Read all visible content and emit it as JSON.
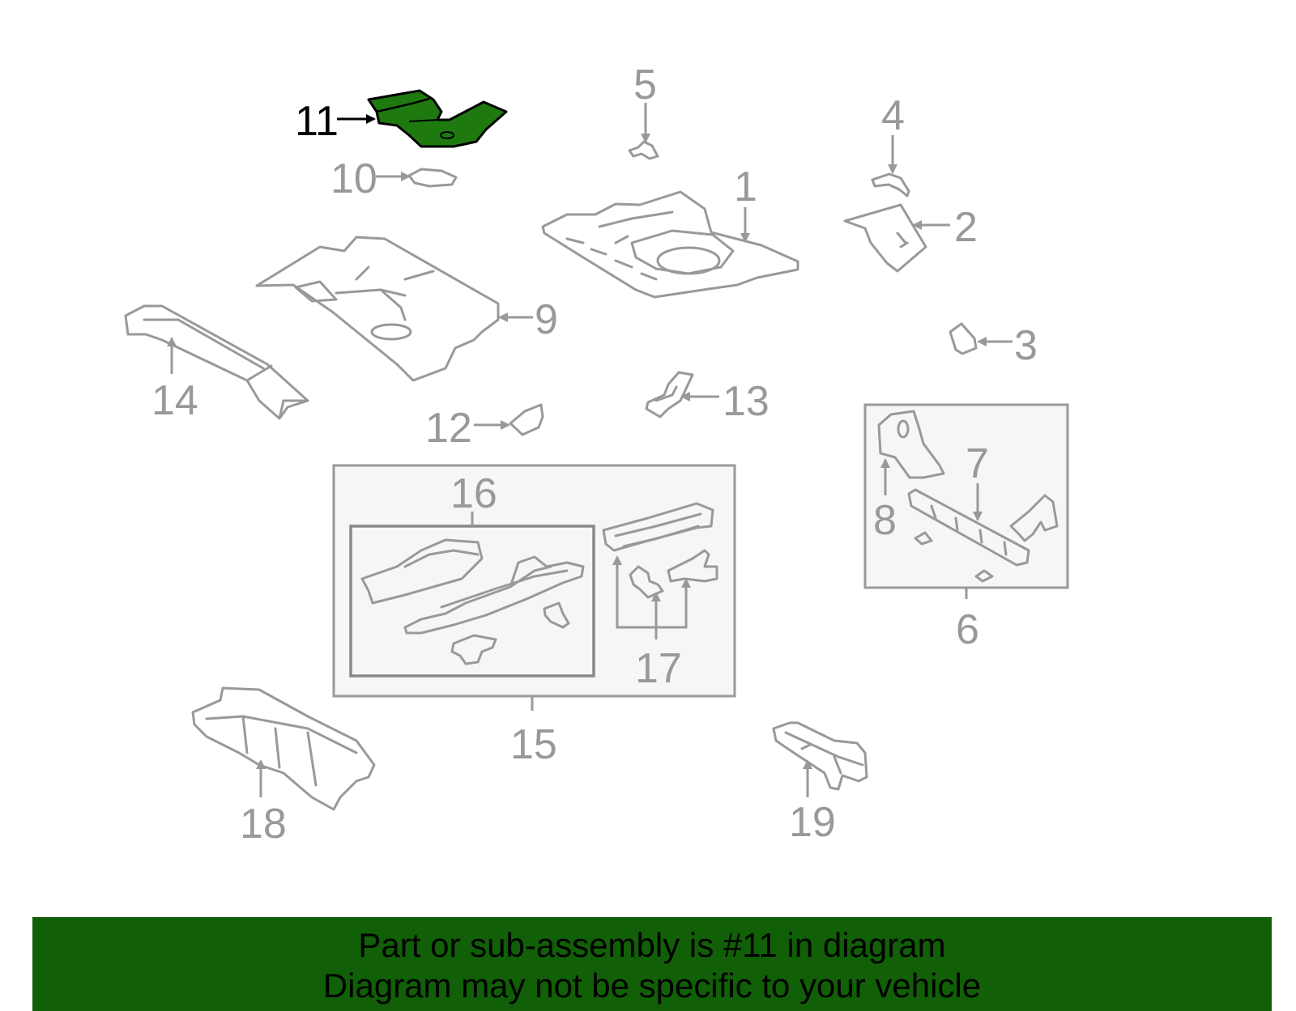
{
  "diagram": {
    "highlight_color": "#1e7a0f",
    "callouts": [
      {
        "id": "1",
        "label": "1"
      },
      {
        "id": "2",
        "label": "2"
      },
      {
        "id": "3",
        "label": "3"
      },
      {
        "id": "4",
        "label": "4"
      },
      {
        "id": "5",
        "label": "5"
      },
      {
        "id": "6",
        "label": "6"
      },
      {
        "id": "7",
        "label": "7"
      },
      {
        "id": "8",
        "label": "8"
      },
      {
        "id": "9",
        "label": "9"
      },
      {
        "id": "10",
        "label": "10"
      },
      {
        "id": "11",
        "label": "11",
        "highlighted": true
      },
      {
        "id": "12",
        "label": "12"
      },
      {
        "id": "13",
        "label": "13"
      },
      {
        "id": "14",
        "label": "14"
      },
      {
        "id": "15",
        "label": "15"
      },
      {
        "id": "16",
        "label": "16"
      },
      {
        "id": "17",
        "label": "17"
      },
      {
        "id": "18",
        "label": "18"
      },
      {
        "id": "19",
        "label": "19"
      }
    ]
  },
  "banner": {
    "background": "#115f06",
    "line1": "Part or sub-assembly is #11 in diagram",
    "line2": "Diagram may not be specific to your vehicle"
  }
}
